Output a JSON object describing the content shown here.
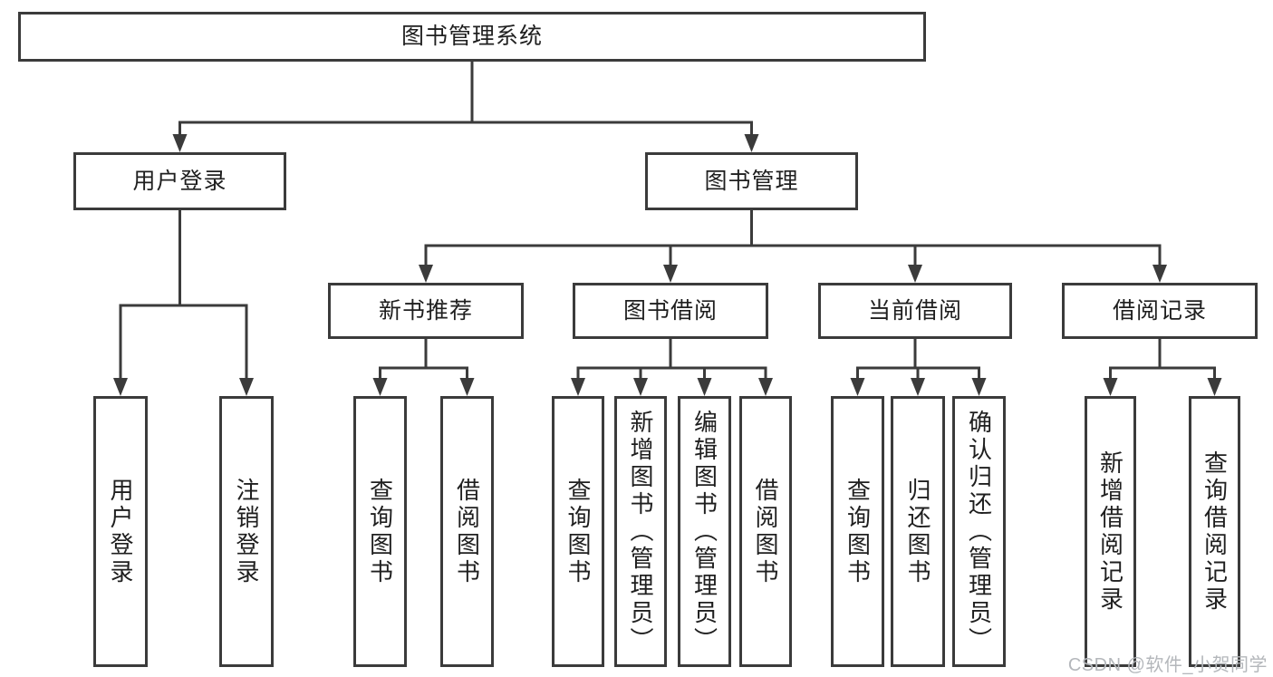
{
  "diagram": {
    "root": {
      "label": "图书管理系统"
    },
    "login_branch": {
      "label": "用户登录",
      "children": [
        {
          "label": "用户登录"
        },
        {
          "label": "注销登录"
        }
      ]
    },
    "mgmt_branch": {
      "label": "图书管理",
      "sections": [
        {
          "label": "新书推荐",
          "children": [
            {
              "label": "查询图书"
            },
            {
              "label": "借阅图书"
            }
          ]
        },
        {
          "label": "图书借阅",
          "children": [
            {
              "label": "查询图书"
            },
            {
              "label": "新增图书（管理员）"
            },
            {
              "label": "编辑图书（管理员）"
            },
            {
              "label": "借阅图书"
            }
          ]
        },
        {
          "label": "当前借阅",
          "children": [
            {
              "label": "查询图书"
            },
            {
              "label": "归还图书"
            },
            {
              "label": "确认归还（管理员）"
            }
          ]
        },
        {
          "label": "借阅记录",
          "children": [
            {
              "label": "新增借阅记录"
            },
            {
              "label": "查询借阅记录"
            }
          ]
        }
      ]
    }
  },
  "watermark": {
    "text": "CSDN @软件_小贺同学"
  },
  "colors": {
    "line": "#3b3b3b",
    "text": "#1f1f1f",
    "watermark": "#b4b7bb",
    "background": "#ffffff"
  }
}
